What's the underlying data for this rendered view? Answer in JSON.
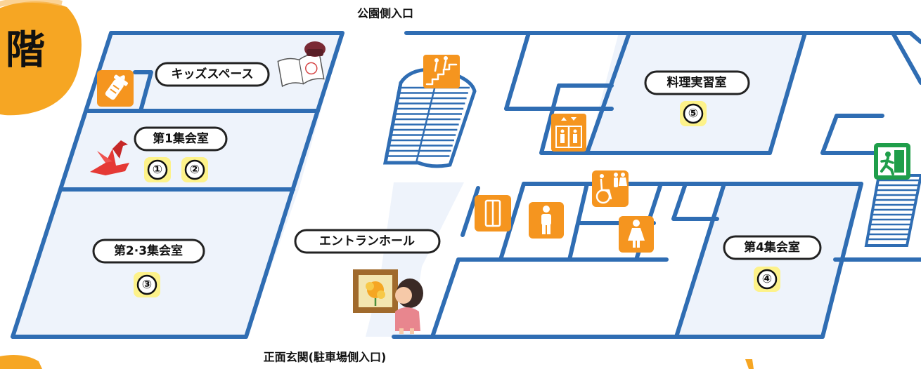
{
  "floor_label": "階",
  "entrances": {
    "park_side": "公園側入口",
    "front": "正面玄関(駐車場側入口)"
  },
  "rooms": {
    "kids_space": "キッズスペース",
    "meeting_room_1": "第1集会室",
    "meeting_room_23": "第2·3集会室",
    "entrance_hall": "エントランホール",
    "cooking_room": "料理実習室",
    "meeting_room_4": "第4集会室"
  },
  "room_numbers": {
    "n1": "①",
    "n2": "②",
    "n3": "③",
    "n4": "④",
    "n5": "⑤"
  },
  "icons": {
    "baby_bottle": "baby-bottle-icon",
    "stamp_book": "stamp-book-icon",
    "paper_crane": "paper-crane-icon",
    "stairs": "stairs-up-icon",
    "elevator": "elevator-icon",
    "accessible_toilet": "accessible-toilet-icon",
    "locker": "locker-icon",
    "male_toilet": "male-toilet-icon",
    "female_toilet": "female-toilet-icon",
    "emergency_exit": "emergency-exit-icon",
    "painting_viewer": "painting-viewer-icon"
  },
  "colors": {
    "wall": "#2f6db3",
    "room_fill": "#eef3fb",
    "icon_orange": "#f5951f",
    "exit_green": "#1f9e4a",
    "number_highlight": "#fff176",
    "floor_badge": "#f6a623"
  }
}
